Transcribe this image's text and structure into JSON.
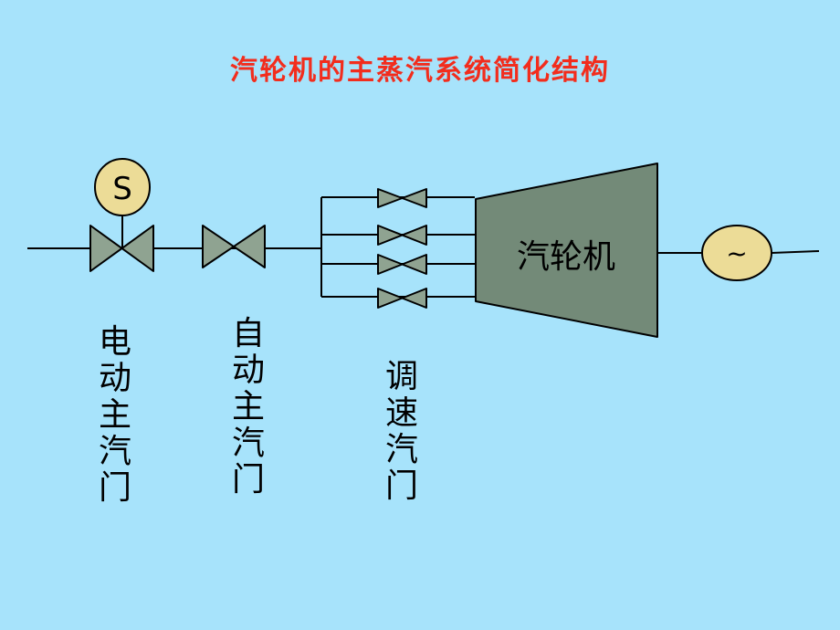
{
  "title": "汽轮机的主蒸汽系统简化结构",
  "actuator_label": "S",
  "turbine_label": "汽轮机",
  "generator_symbol": "~",
  "labels": {
    "electric_main_valve": "电动主汽门",
    "automatic_main_valve": "自动主汽门",
    "governing_valves": "调速汽门"
  },
  "colors": {
    "background": "#a7e3fb",
    "title": "#f22d1d",
    "valve_fill": "#8fa391",
    "turbine_fill": "#738a78",
    "actuator_fill": "#ecdc97"
  }
}
